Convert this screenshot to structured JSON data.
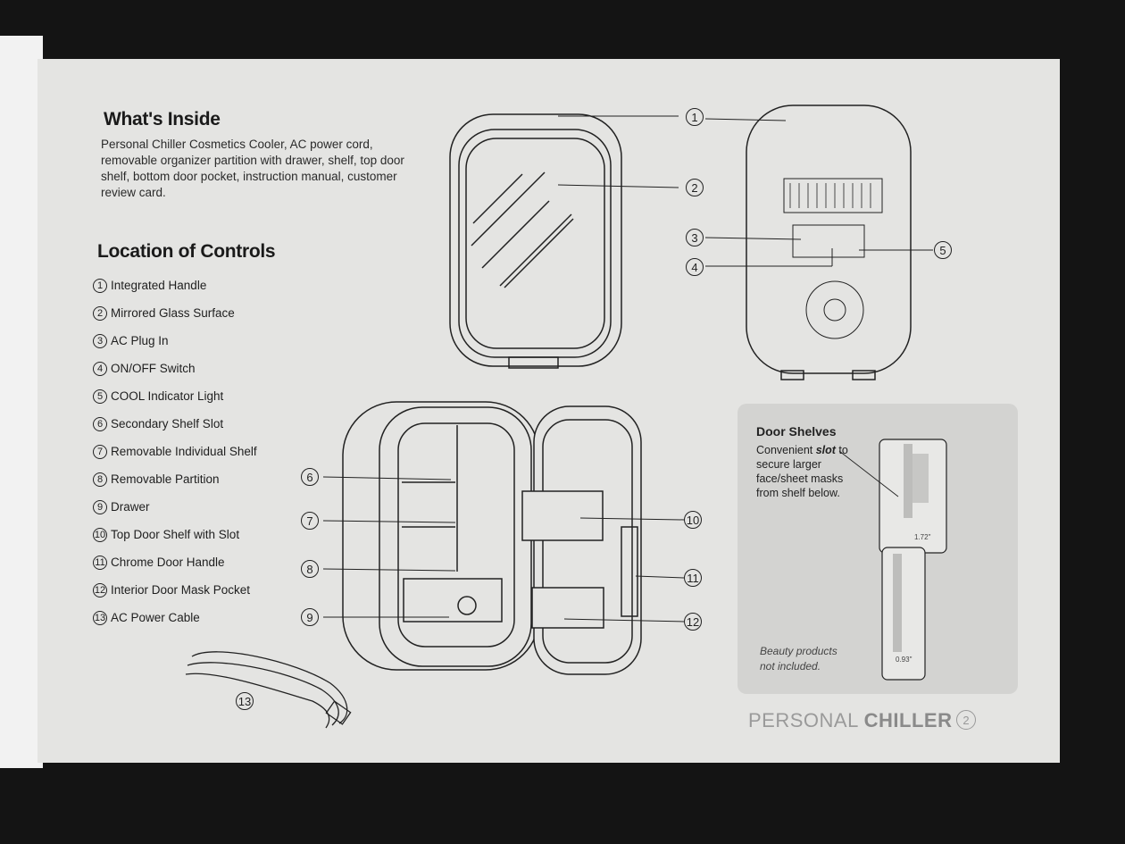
{
  "whats_inside": {
    "title": "What's Inside",
    "text": "Personal Chiller Cosmetics Cooler, AC power cord, removable organizer partition with drawer, shelf, top door shelf, bottom door pocket, instruction manual, customer review card."
  },
  "location_of_controls": {
    "title": "Location of Controls",
    "items": [
      {
        "num": "1",
        "label": "Integrated Handle"
      },
      {
        "num": "2",
        "label": "Mirrored Glass Surface"
      },
      {
        "num": "3",
        "label": "AC Plug In"
      },
      {
        "num": "4",
        "label": "ON/OFF Switch"
      },
      {
        "num": "5",
        "label": "COOL Indicator Light"
      },
      {
        "num": "6",
        "label": "Secondary Shelf Slot"
      },
      {
        "num": "7",
        "label": "Removable Individual  Shelf"
      },
      {
        "num": "8",
        "label": "Removable Partition"
      },
      {
        "num": "9",
        "label": "Drawer"
      },
      {
        "num": "10",
        "label": "Top Door Shelf with Slot"
      },
      {
        "num": "11",
        "label": "Chrome Door Handle"
      },
      {
        "num": "12",
        "label": "Interior Door Mask Pocket"
      },
      {
        "num": "13",
        "label": "AC Power Cable"
      }
    ]
  },
  "callouts": [
    "1",
    "2",
    "3",
    "4",
    "5",
    "6",
    "7",
    "8",
    "9",
    "10",
    "11",
    "12",
    "13"
  ],
  "door_shelves": {
    "title": "Door Shelves",
    "text_before": "Convenient ",
    "text_emph": "slot",
    "text_after": " to secure larger face/sheet masks from shelf below.",
    "dim_top": "1.72\"",
    "dim_bottom": "0.93\"",
    "note_line1": "Beauty products",
    "note_line2": "not included."
  },
  "footer": {
    "brand_light": "PERSONAL ",
    "brand_bold": "CHILLER",
    "page_number": "2"
  }
}
